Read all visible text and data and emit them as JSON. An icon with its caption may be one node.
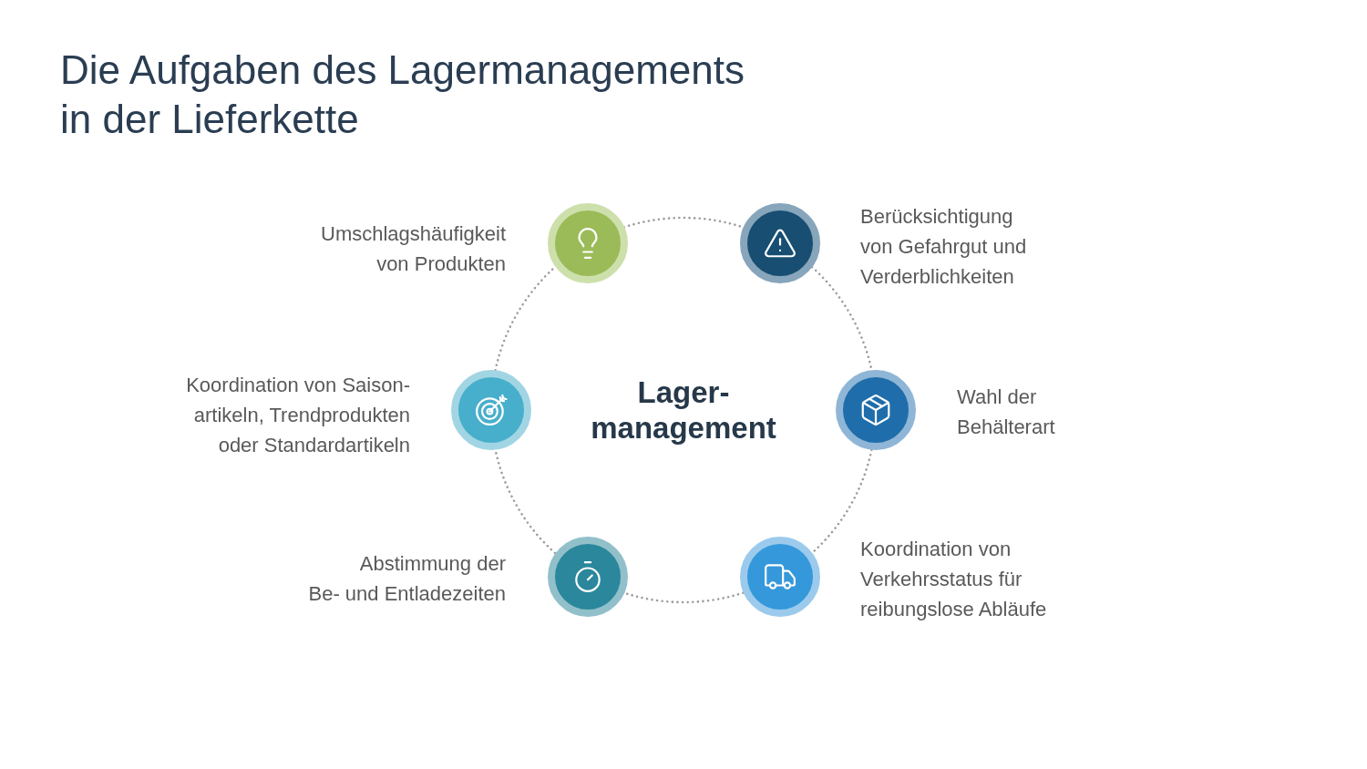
{
  "diagram": {
    "title": "Die Aufgaben des Lagermanagements in der Lieferkette",
    "nodes": [
      {
        "text": [],
        "shape": "circle",
        "beside": [
          "Umschlagshäufigkeit von Produkten"
        ]
      },
      {
        "text": [],
        "shape": "circle",
        "beside": [
          "Berücksichtigung von Gefahrgut und Verderblichkeiten"
        ]
      },
      {
        "text": [],
        "shape": "circle",
        "beside": [
          "Koordination von Saison- artikeln, Trendprodukten oder Standardartikeln"
        ]
      },
      {
        "text": [],
        "shape": "circle",
        "beside": [
          "Wahl der Behälterart"
        ]
      },
      {
        "text": [],
        "shape": "circle",
        "beside": [
          "Abstimmung der Be- und Entladezeiten"
        ]
      },
      {
        "text": [],
        "shape": "circle",
        "beside": [
          "Koordination von Verkehrsstatus für reibungslose Abläufe"
        ]
      }
    ],
    "edges": [
      {
        "from": 0,
        "to": 1,
        "arrow": "none",
        "style": "dashed"
      },
      {
        "from": 1,
        "to": 3,
        "arrow": "none",
        "style": "dashed"
      },
      {
        "from": 3,
        "to": 5,
        "arrow": "none",
        "style": "dashed"
      },
      {
        "from": 5,
        "to": 4,
        "arrow": "none",
        "style": "dashed"
      },
      {
        "from": 4,
        "to": 2,
        "arrow": "none",
        "style": "dashed"
      },
      {
        "from": 2,
        "to": 0,
        "arrow": "none",
        "style": "dashed"
      }
    ],
    "labels": [
      "Lager- management"
    ]
  }
}
